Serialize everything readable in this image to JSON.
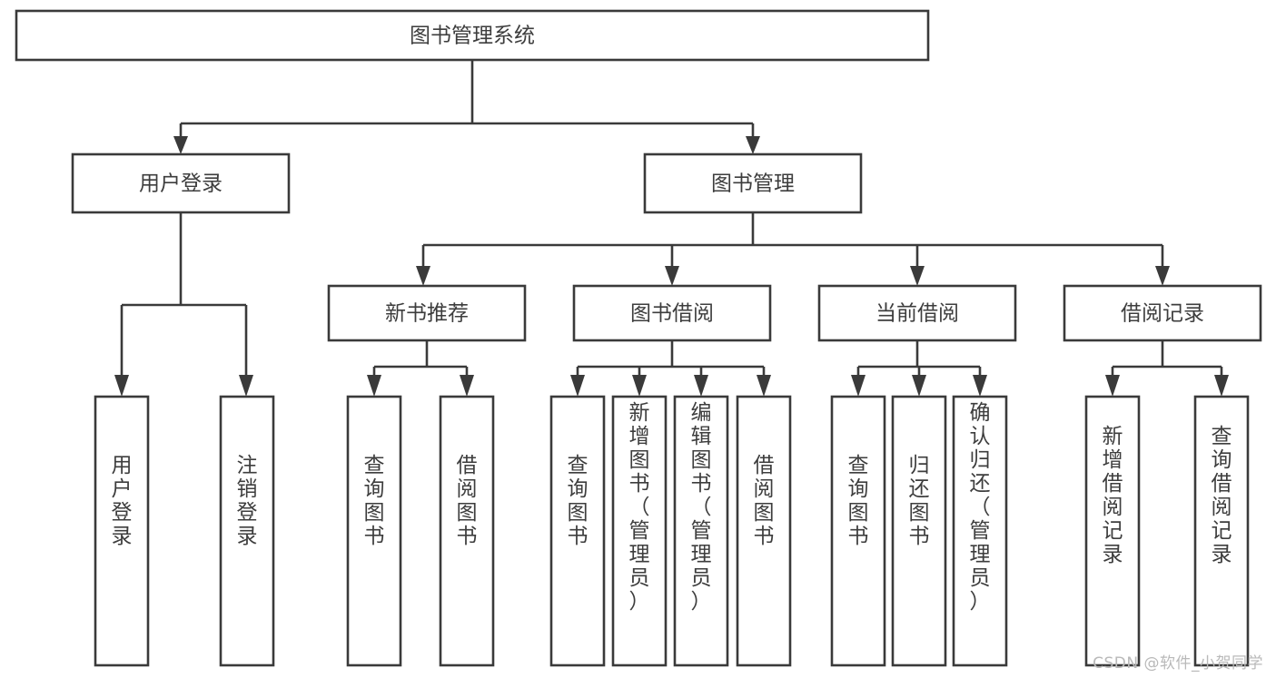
{
  "diagram": {
    "title": "图书管理系统",
    "type": "tree-structure-chart",
    "colors": {
      "background": "#ffffff",
      "box_stroke": "#3a3a3a",
      "box_fill": "#ffffff",
      "text": "#3d3d3d",
      "watermark": "#b9b9b9"
    },
    "root": {
      "label": "图书管理系统"
    },
    "level2": [
      {
        "label": "用户登录"
      },
      {
        "label": "图书管理"
      }
    ],
    "level3": [
      {
        "label": "新书推荐"
      },
      {
        "label": "图书借阅"
      },
      {
        "label": "当前借阅"
      },
      {
        "label": "借阅记录"
      }
    ],
    "leaves_user_login": [
      {
        "label": "用户登录"
      },
      {
        "label": "注销登录"
      }
    ],
    "leaves_new_book": [
      {
        "label": "查询图书"
      },
      {
        "label": "借阅图书"
      }
    ],
    "leaves_borrow": [
      {
        "label": "查询图书"
      },
      {
        "label": "新增图书（管理员）"
      },
      {
        "label": "编辑图书（管理员）"
      },
      {
        "label": "借阅图书"
      }
    ],
    "leaves_current": [
      {
        "label": "查询图书"
      },
      {
        "label": "归还图书"
      },
      {
        "label": "确认归还（管理员）"
      }
    ],
    "leaves_records": [
      {
        "label": "新增借阅记录"
      },
      {
        "label": "查询借阅记录"
      }
    ]
  },
  "watermark": {
    "text": "CSDN @软件_小贺同学"
  }
}
